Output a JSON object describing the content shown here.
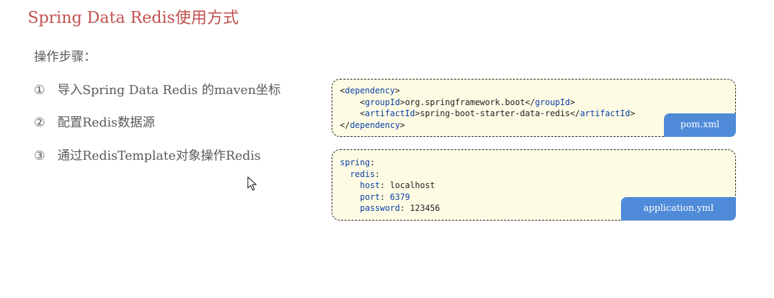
{
  "slide": {
    "title": "Spring Data Redis使用方式",
    "subtitle": "操作步骤：",
    "steps": [
      {
        "num": "①",
        "text": "导入Spring Data Redis 的maven坐标"
      },
      {
        "num": "②",
        "text": "配置Redis数据源"
      },
      {
        "num": "③",
        "text": "通过RedisTemplate对象操作Redis"
      }
    ]
  },
  "pom": {
    "dependency_open": "dependency",
    "group_tag": "groupId",
    "group_value": "org.springframework.boot",
    "artifact_tag": "artifactId",
    "artifact_value": "spring-boot-starter-data-redis",
    "dependency_close": "dependency",
    "badge": "pom.xml"
  },
  "yml": {
    "spring_key": "spring",
    "redis_key": "redis",
    "host_key": "host",
    "host_value": "localhost",
    "port_key": "port",
    "port_value": "6379",
    "password_key": "password",
    "password_value": "123456",
    "badge": "application.yml"
  },
  "colors": {
    "title": "#c0504d",
    "text": "#595959",
    "code_keyword": "#0b3ea8",
    "box_background": "#fdfbe3",
    "badge": "#4f8bd8"
  },
  "icons": {
    "cursor": "mouse-pointer-icon"
  }
}
